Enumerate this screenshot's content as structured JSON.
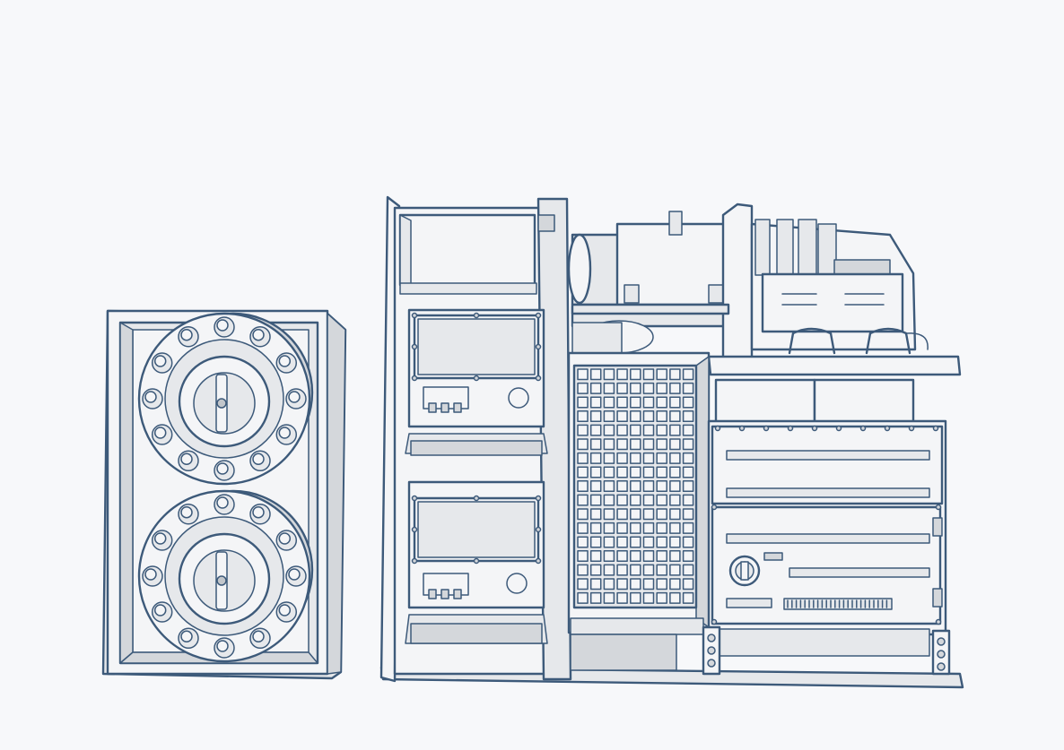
{
  "scene": {
    "background": "#f7f8fa",
    "stroke_color": "#3d5a7a",
    "fill_colors": [
      "#f4f5f7",
      "#e6e8eb",
      "#d4d7db",
      "#c2c6cb"
    ],
    "style": "monochrome blue-gray outline render",
    "components": [
      "valve-rack",
      "instrument-cabinet",
      "cooling-grille",
      "electrical-cabinet",
      "top-machinery"
    ],
    "valve_rack": {
      "flange_count": 2,
      "bolts_per_flange": 12
    },
    "instrument_cabinet": {
      "modules": 2
    }
  }
}
